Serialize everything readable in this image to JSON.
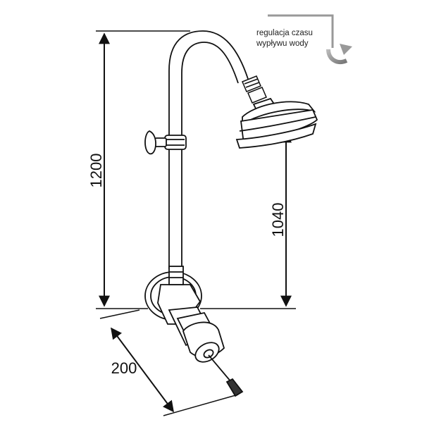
{
  "note": {
    "line1": "regulacja czasu",
    "line2": "wypływu wody"
  },
  "dimensions": {
    "total_height": "1200",
    "head_height": "1040",
    "depth": "200"
  }
}
